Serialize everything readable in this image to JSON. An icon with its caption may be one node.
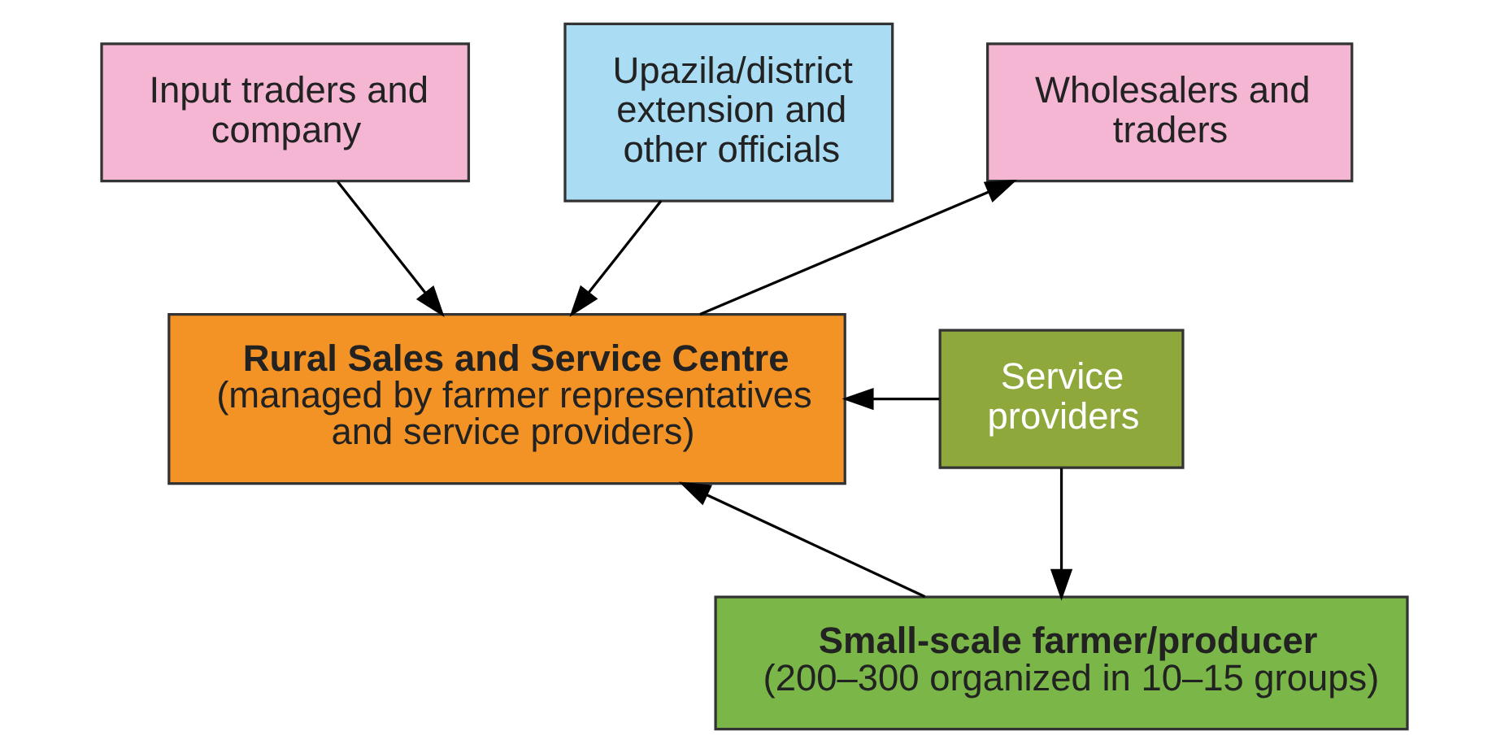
{
  "diagram": {
    "nodes": [
      {
        "text": [
          "Input traders and company"
        ]
      },
      {
        "text": [
          "Wholesalers and traders"
        ]
      },
      {
        "text": [
          "Upazila/district extension and other officials"
        ]
      },
      {
        "text": [
          "Rural Sales and Service Centre",
          "(managed by farmer representatives and service providers)"
        ]
      },
      {
        "text": [
          "Service providers"
        ]
      },
      {
        "text": [
          "Small-scale farmer/producer",
          "(200–300 organized in 10–15 groups)"
        ]
      }
    ],
    "edges": [
      {
        "from": 0,
        "to": 3,
        "arrow": "to"
      },
      {
        "from": 3,
        "to": 1,
        "arrow": "to"
      },
      {
        "from": 2,
        "to": 3,
        "arrow": "to"
      },
      {
        "from": 5,
        "to": 3,
        "arrow": "to"
      },
      {
        "from": 4,
        "to": 3,
        "arrow": "to"
      },
      {
        "from": 4,
        "to": 5,
        "arrow": "to"
      }
    ]
  }
}
